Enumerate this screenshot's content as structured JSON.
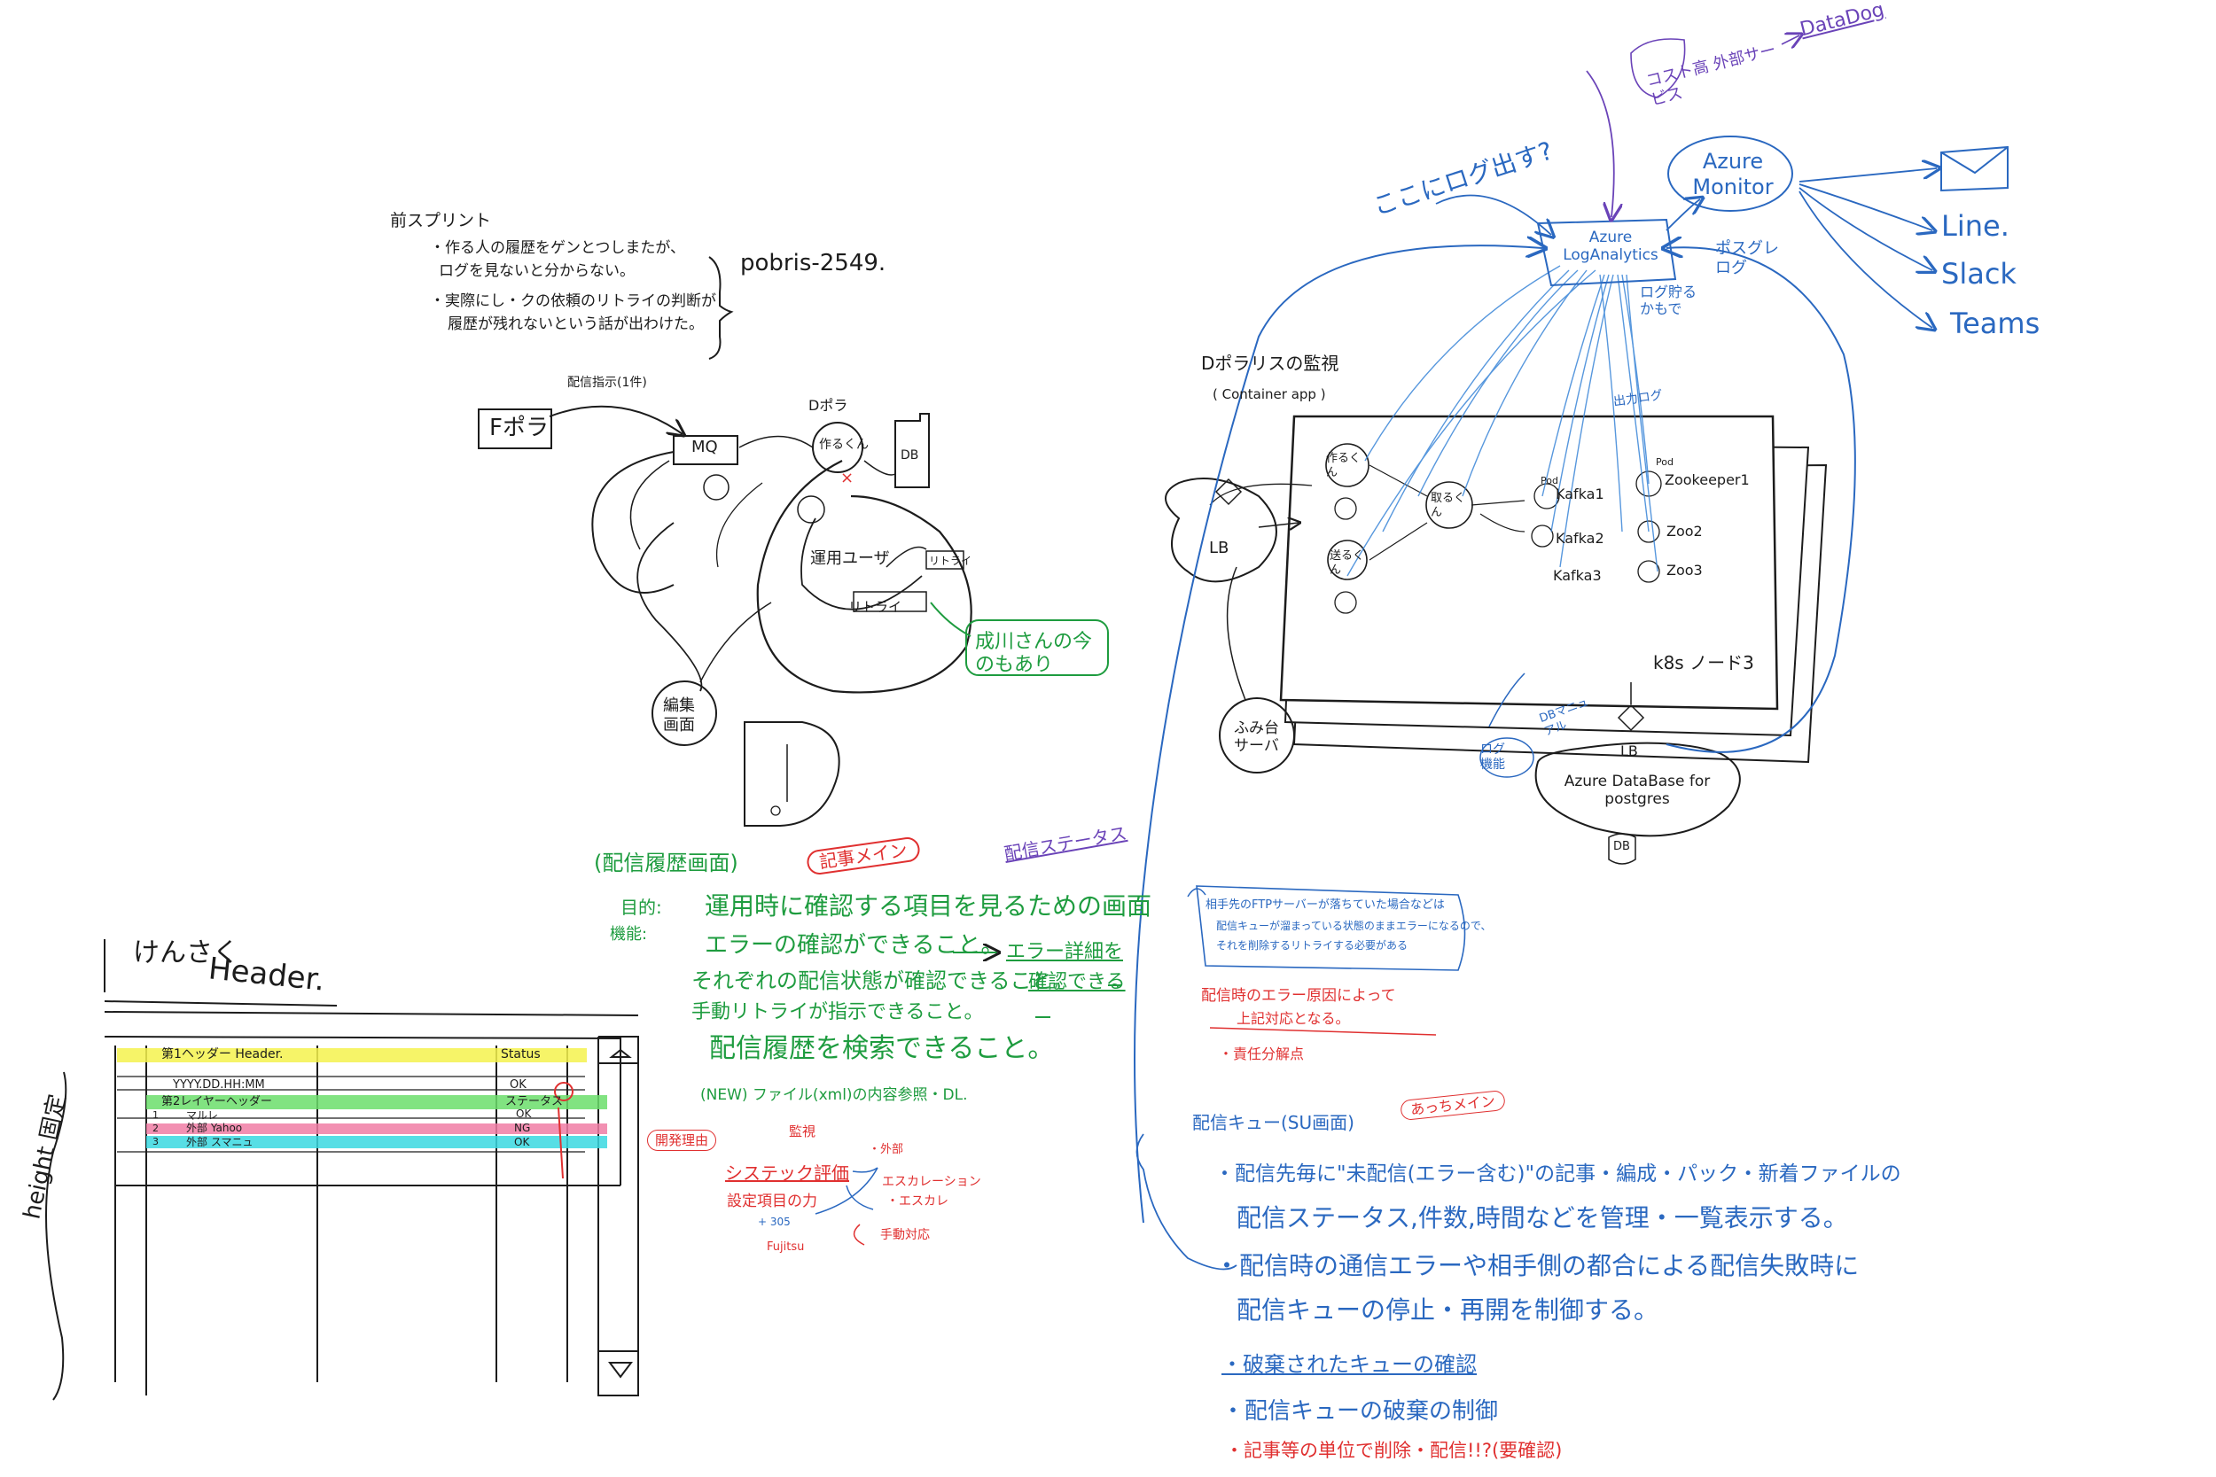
{
  "colors": {
    "ink": "#1c1c1c",
    "green": "#1e9c3f",
    "blue": "#2a68c0",
    "red": "#e03030",
    "purple": "#6a43b8",
    "highlight_yellow": "#f4f24e",
    "highlight_green": "#6bde6b",
    "highlight_pink": "#f07ca5",
    "highlight_cyan": "#39d8e0"
  },
  "top_notes": {
    "heading": "前スプリント",
    "line1": "・作る人の履歴をゲンとつしまたが、",
    "line2": "ログを見ないと分からない。",
    "line3": "・実際にし・クの依頼のリトライの判断が",
    "line4": "履歴が残れないという話が出わけた。",
    "ticket": "pobris-2549."
  },
  "flow_sketch": {
    "fpora": "Fポラ",
    "delivery_instruction": "配信指示(1件)",
    "mq": "MQ",
    "dpora": "Dポラ",
    "tsukuru": "作るくん",
    "db": "DB",
    "ops_user": "運用ユーザ",
    "retry": "リトライ",
    "resend": "リトライ",
    "seiya_note": "成川さんの今のもあり",
    "edit_screen": "編集画面"
  },
  "infra": {
    "azure_log": "Azure LogAnalytics",
    "here_log": "ここにログ出す?",
    "external_service": "コスト高 外部サービス",
    "datadog": "DataDog",
    "azure_monitor": "Azure Monitor",
    "channels": [
      "Line.",
      "Slack",
      "Teams"
    ],
    "postgre_log": "ポスグレ ログ",
    "log_note": "ログ貯る かもで",
    "container_title": "Dポラリスの監視",
    "container_sub": "( Container app )",
    "app_log": "出力ログ",
    "lb": "LB",
    "fumidai": "ふみ台 サーバ",
    "pods_left": [
      "作るくん",
      "取るくん",
      "送るくん"
    ],
    "pods_right": [
      "Kafka1",
      "Kafka2",
      "Kafka3",
      "Zookeeper1",
      "Zoo2",
      "Zoo3"
    ],
    "pod_label": "Pod",
    "k8s_nodes": "k8s ノード3",
    "db_name": "Azure DataBase for postgres",
    "db": "DB",
    "db_note": "DBマニュアル",
    "conn_note": "ログ機能"
  },
  "history_spec": {
    "title": "(配信履歴画面)",
    "badge": "記事メイン",
    "status_tag": "配信ステータス",
    "purpose_label": "目的:",
    "purpose": "運用時に確認する項目を見るための画面",
    "func_label": "機能:",
    "f1": "エラーの確認ができること。",
    "f1_arrow": "エラー詳細を",
    "f2": "それぞれの配信状態が確認できること。",
    "f2_tail": "確認できる",
    "f3": "手動リトライが指示できること。",
    "f4": "配信履歴を検索できること。",
    "new": "(NEW) ファイル(xml)の内容参照・DL.",
    "reason_badge": "開発理由",
    "red_note": "監視",
    "system_eval": "システック評価",
    "system_sub": "設定項目の力",
    "small_note": "+ 305",
    "fujitsu": "Fujitsu",
    "escalation": "エスカレーション",
    "escalation2": "・エスカレ",
    "outside": "・外部",
    "manual": "手動対応"
  },
  "queue_spec": {
    "star_note1": "相手先のFTPサーバーが落ちていた場合などは",
    "star_note2": "配信キューが溜まっている状態のままエラーになるので、",
    "star_note3": "それを削除するリトライする必要がある",
    "red1": "配信時のエラー原因によって",
    "red2": "上記対応となる。",
    "red3": "・責任分解点",
    "title": "配信キュー(SU画面)",
    "badge": "あっちメイン",
    "b1a": "・配信先毎に\"未配信(エラー含む)\"の記事・編成・パック・新着ファイルの",
    "b1b": "配信ステータス,件数,時間などを管理・一覧表示する。",
    "b2a": "・配信時の通信エラーや相手側の都合による配信失敗時に",
    "b2b": "配信キューの停止・再開を制御する。",
    "b3": "・破棄されたキューの確認",
    "b4": "・配信キューの破棄の制御",
    "b5": "・記事等の単位で削除・配信!!?(要確認)"
  },
  "wireframe": {
    "header_label": "けんさく",
    "header_title": "Header.",
    "height_label": "height 固定",
    "row_header": "第1ヘッダー Header.",
    "status_header": "Status",
    "row2": "YYYY.DD.HH:MM",
    "row2_status": "OK",
    "row3": "第2レイヤーヘッダー",
    "row3_status": "ステータス",
    "row4": "マルレ",
    "row4_status": "OK",
    "row5": "外部 Yahoo",
    "row5_status": "NG",
    "row6": "外部 スマニュ",
    "row6_status": "OK",
    "row_nums": [
      "1",
      "2",
      "3"
    ]
  }
}
